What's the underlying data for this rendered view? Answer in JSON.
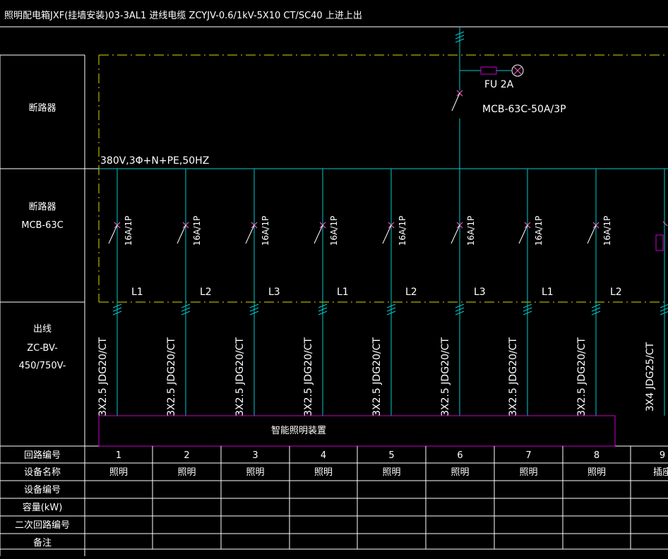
{
  "title": "照明配电箱JXF(挂墙安装)03-3AL1 进线电缆 ZCYJV-0.6/1kV-5X10 CT/SC40 上进上出",
  "left_labels": {
    "main_breaker": "断路器",
    "branch_breaker": "断路器",
    "branch_breaker_model": "MCB-63C",
    "outgoing": "出线",
    "outgoing_cable_1": "ZC-BV-",
    "outgoing_cable_2": "450/750V-"
  },
  "incoming": {
    "fuse_label": "FU 2A",
    "breaker_label": "MCB-63C-50A/3P",
    "supply_label": "380V,3Φ+N+PE,50HZ"
  },
  "device_label": "智能照明装置",
  "circuits": [
    {
      "breaker": "16A/1P",
      "phase": "L1",
      "cable": "3X2.5  JDG20/CT",
      "no": "1",
      "name": "照明"
    },
    {
      "breaker": "16A/1P",
      "phase": "L2",
      "cable": "3X2.5  JDG20/CT",
      "no": "2",
      "name": "照明"
    },
    {
      "breaker": "16A/1P",
      "phase": "L3",
      "cable": "3X2.5  JDG20/CT",
      "no": "3",
      "name": "照明"
    },
    {
      "breaker": "16A/1P",
      "phase": "L1",
      "cable": "3X2.5  JDG20/CT",
      "no": "4",
      "name": "照明"
    },
    {
      "breaker": "16A/1P",
      "phase": "L2",
      "cable": "3X2.5  JDG20/CT",
      "no": "5",
      "name": "照明"
    },
    {
      "breaker": "16A/1P",
      "phase": "L3",
      "cable": "3X2.5  JDG20/CT",
      "no": "6",
      "name": "照明"
    },
    {
      "breaker": "16A/1P",
      "phase": "L1",
      "cable": "3X2.5  JDG20/CT",
      "no": "7",
      "name": "照明"
    },
    {
      "breaker": "16A/1P",
      "phase": "L2",
      "cable": "3X2.5  JDG20/CT",
      "no": "8",
      "name": "照明"
    },
    {
      "breaker": "",
      "phase": "",
      "cable": "3X4  JDG25/CT",
      "no": "9",
      "name": "插座"
    }
  ],
  "table_rows": [
    "回路编号",
    "设备名称",
    "设备编号",
    "容量(kW)",
    "二次回路编号",
    "备注"
  ],
  "colors": {
    "line_white": "#ffffff",
    "bus_yellow": "#d8d800",
    "wire_cyan": "#00cccc",
    "device_magenta": "#cc00cc",
    "cross_pink": "#ff66cc"
  }
}
